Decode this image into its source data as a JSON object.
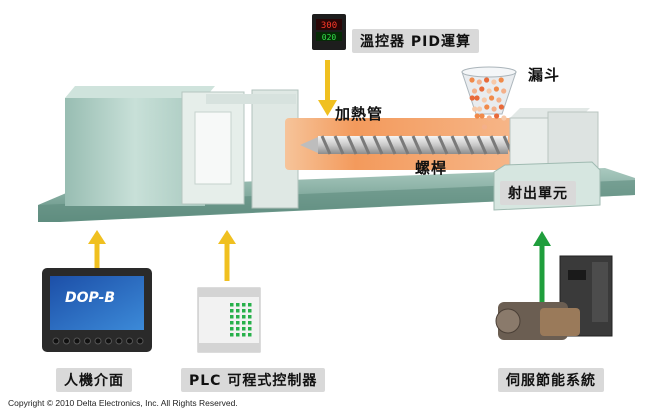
{
  "labels": {
    "temp_controller": "溫控器 PID運算",
    "hopper": "漏斗",
    "heater": "加熱管",
    "screw": "螺桿",
    "injection_unit": "射出單元",
    "hmi": "人機介面",
    "plc": "PLC 可程式控制器",
    "servo": "伺服節能系統"
  },
  "devices": {
    "hmi_brand": "DOP-B",
    "temp_readout_top": "300",
    "temp_readout_bottom": "020"
  },
  "copyright": "Copyright © 2010 Delta Electronics, Inc. All Rights Reserved.",
  "colors": {
    "machine": "#bcd6ce",
    "base": "#6f9e90",
    "heat": "#f4a060",
    "arrow_yellow": "#f0c020",
    "arrow_green": "#1f9e3c"
  }
}
